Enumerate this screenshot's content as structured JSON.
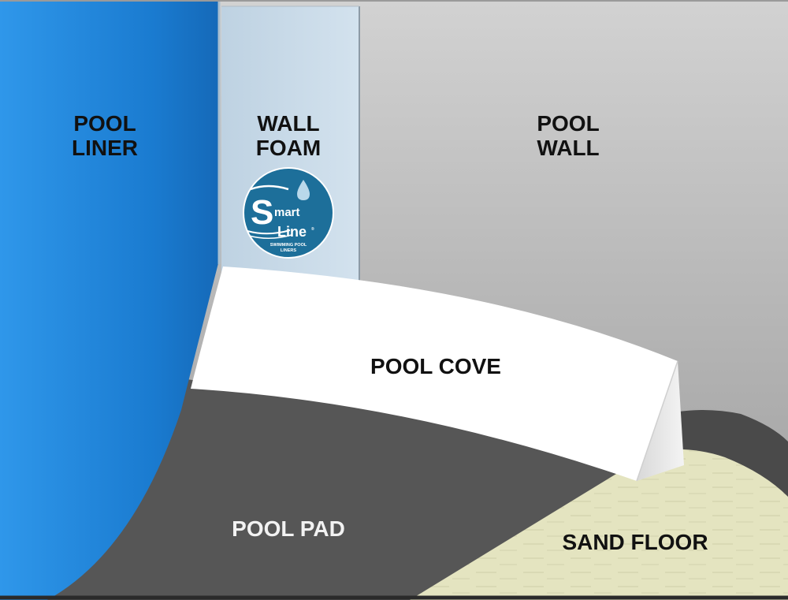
{
  "labels": {
    "pool_liner": [
      "POOL",
      "LINER"
    ],
    "wall_foam": [
      "WALL",
      "FOAM"
    ],
    "pool_wall": [
      "POOL",
      "WALL"
    ],
    "pool_cove": "POOL COVE",
    "pool_pad": "POOL PAD",
    "sand_floor": "SAND FLOOR"
  },
  "logo": {
    "letter": "S",
    "word_top": "mart",
    "word_bottom": "Line",
    "registered": "®",
    "tagline_1": "SWIMMING POOL",
    "tagline_2": "LINERS"
  },
  "colors": {
    "pool_liner": "#1e88e0",
    "wall_foam": "#c9dbe8",
    "pool_wall": "#c4c4c4",
    "pool_cove": "#ffffff",
    "pool_pad": "#555555",
    "sand_floor": "#e5e5c2",
    "logo_bg": "#1d6f9a"
  }
}
